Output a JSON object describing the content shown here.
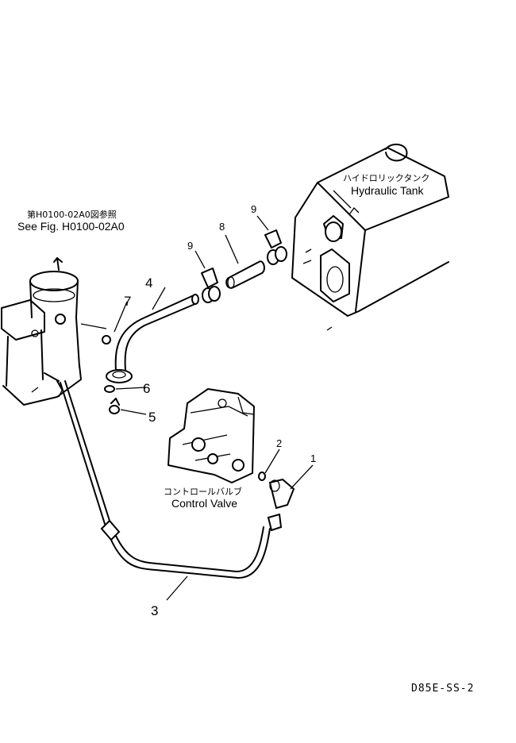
{
  "labels": {
    "ref_jp": "第H0100-02A0図参照",
    "ref_en": "See Fig. H0100-02A0",
    "tank_jp": "ハイドロリックタンク",
    "tank_en": "Hydraulic Tank",
    "valve_jp": "コントロールバルブ",
    "valve_en": "Control Valve",
    "drawing_code": "D85E-SS-2"
  },
  "callouts": {
    "c1": "1",
    "c2": "2",
    "c3": "3",
    "c4": "4",
    "c5": "5",
    "c6": "6",
    "c7": "7",
    "c8": "8",
    "c9a": "9",
    "c9b": "9"
  }
}
